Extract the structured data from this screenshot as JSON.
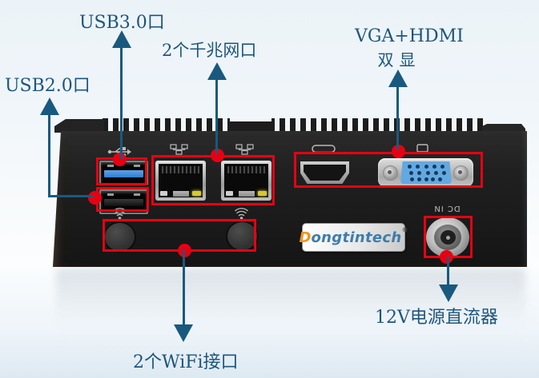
{
  "annotations": {
    "usb3": {
      "label": "USB3.0口"
    },
    "usb2": {
      "label": "USB2.0口"
    },
    "lan": {
      "label": "2个千兆网口"
    },
    "display": {
      "line1": "VGA+HDMI",
      "line2": "双显"
    },
    "wifi": {
      "label": "2个WiFi接口"
    },
    "power": {
      "label": "12V电源直流器"
    }
  },
  "device": {
    "logo": {
      "d": "D",
      "rest": "ongtintech",
      "reg": "®"
    },
    "dc_in_label": "DC IN"
  },
  "icons": {
    "usb": "usb-trident-icon",
    "lan": "lan-network-icon",
    "hdmi": "hdmi-connector-icon",
    "vga": "monitor-icon",
    "wifi": "wifi-antenna-icon"
  },
  "colors": {
    "annotation_red": "#e70012",
    "annotation_blue": "#19597f",
    "label_text": "#1d567d",
    "usb3_blue": "#3286d3",
    "vga_blue": "#63a9e1",
    "led_yellow": "#d6c832",
    "logo_d_orange": "#f0941f",
    "logo_text_blue": "#3d7dab"
  }
}
